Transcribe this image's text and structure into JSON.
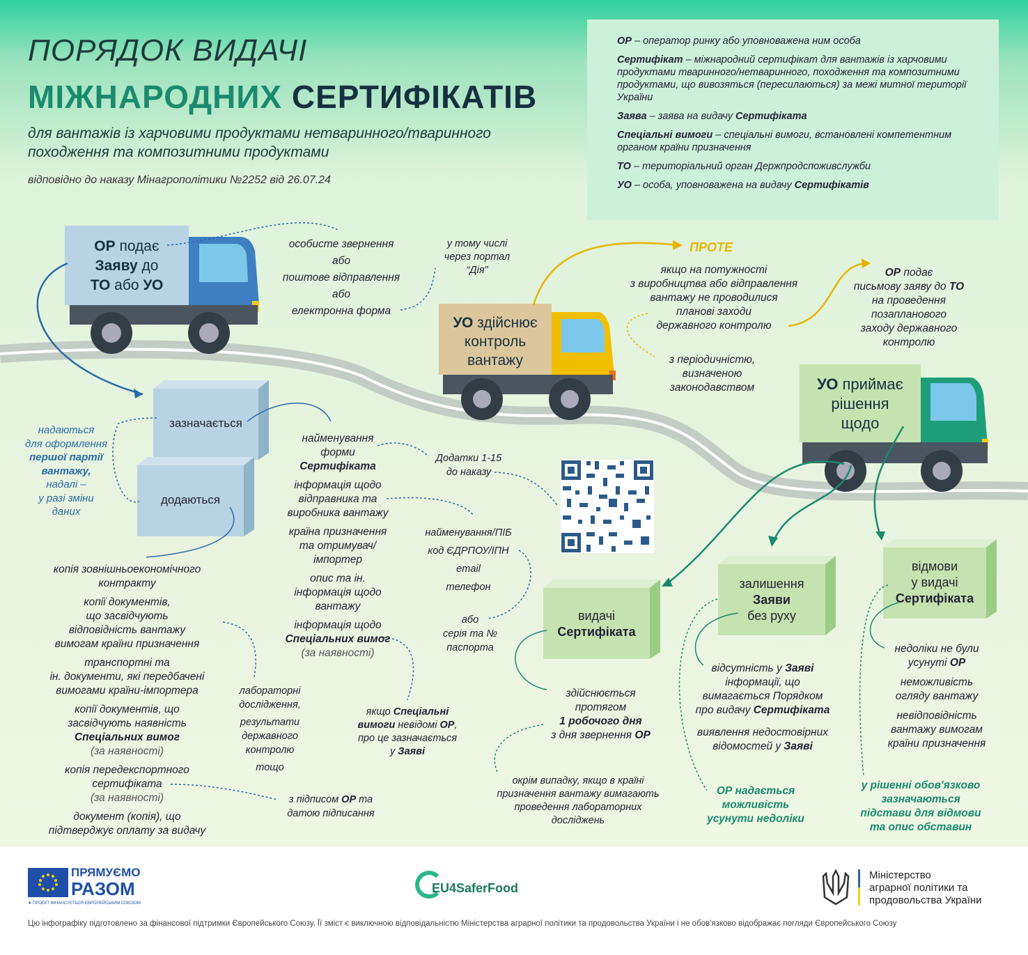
{
  "title": {
    "line1": "ПОРЯДОК ВИДАЧІ",
    "line2a": "МІЖНАРОДНИХ",
    "line2b": "СЕРТИФІКАТІВ",
    "subtitle": "для вантажів із харчовими продуктами нетваринного/тваринного походження та композитними продуктами",
    "order": "відповідно до наказу Мінагрополітики №2252 від 26.07.24"
  },
  "glossary": [
    {
      "term": "ОР",
      "def": " – оператор ринку або уповноважена ним особа"
    },
    {
      "term": "Сертифікат",
      "def": " – міжнародний сертифікат для вантажів із харчовими продуктами тваринного/нетваринного, походження та композитними продуктами, що вивозяться (пересилаються) за межі митної території України"
    },
    {
      "term": "Заява",
      "def": " – заява на видачу ",
      "tail": "Сертифіката"
    },
    {
      "term": "Спеціальні вимоги",
      "def": " – спеціальні вимоги, встановлені компетентним органом країни призначення"
    },
    {
      "term": "ТО",
      "def": " – територіальний орган Держпродспоживслужби"
    },
    {
      "term": "УО",
      "def": " – особа, уповноважена на видачу ",
      "tail": "Сертифікатів"
    }
  ],
  "truck1": {
    "w1": "ОР",
    "w2": " подає",
    "w3": "Заяву",
    "w4": " до",
    "w5": "ТО",
    "w6": " або ",
    "w7": "УО"
  },
  "channels": [
    "особисте звернення",
    "або",
    "поштове відправлення",
    "або",
    "електронна форма"
  ],
  "diia": [
    "у тому числі",
    "через портал",
    "“Дія”"
  ],
  "truck2": [
    "УО здійснює",
    "контроль",
    "вантажу"
  ],
  "prote": "ПРОТЕ",
  "prote_text": [
    "якщо на потужності",
    "з виробництва або відправлення",
    "вантажу не проводилися",
    "планові заходи",
    "державного контролю"
  ],
  "period": [
    "з періодичністю,",
    "визначеною",
    "законодавством"
  ],
  "op_request": {
    "a": "ОР",
    "b": " подає",
    "rest": [
      "письмову заяву до ",
      "на проведення",
      "позапланового",
      "заходу державного",
      "контролю"
    ],
    "to": "ТО"
  },
  "truck3": [
    "УО приймає",
    "рішення",
    "щодо"
  ],
  "box_indicated": "зазначається",
  "box_attached": "додаються",
  "first_batch": {
    "l1": "надаються",
    "l2": "для оформлення",
    "l3": "першої партії",
    "l4": "вантажу,",
    "l5": "надалі –",
    "l6": "у разі зміни",
    "l7": "даних"
  },
  "indicated_items": [
    {
      "t": "найменування",
      "b": "форми"
    },
    {
      "bold": "Сертифіката"
    },
    {
      "t": "інформація щодо",
      "t2": "відправника та",
      "t3": "виробника вантажу"
    },
    {
      "t": "країна призначення",
      "t2": "та отримувач/",
      "t3": "імпортер"
    },
    {
      "t": "опис та ін.",
      "t2": "інформація щодо",
      "t3": "вантажу"
    },
    {
      "t": "інформація щодо",
      "bold": "Спеціальних вимог",
      "t3": "(за наявності)"
    }
  ],
  "addenda": [
    "Додатки 1-15",
    "до наказу"
  ],
  "sender_fields": [
    "найменування/ПІБ",
    "код ЄДРПОУ/ІПН",
    "email",
    "телефон"
  ],
  "passport": [
    "або",
    "серія та №",
    "паспорта"
  ],
  "special_unknown": {
    "a": "якщо ",
    "b": "Спеціальні",
    "c": "вимоги",
    "d": " невідомі ",
    "e": "ОР",
    "f": ",",
    "g": "про це зазначається",
    "h": "у ",
    "i": "Заяві"
  },
  "attached_items": [
    "копія зовнішньоекономічного",
    "контракту",
    "копії документів,",
    "що засвідчують",
    "відповідність вантажу",
    "вимогам країни призначення",
    "транспортні та",
    "ін. документи, які передбачені",
    "вимогами країни-імпортера",
    "копії документів, що",
    "засвідчують наявність",
    "Спеціальних вимог",
    "(за наявності)",
    "копія передекспортного",
    "сертифіката",
    "(за наявності)",
    "документ (копія), що",
    "підтверджує оплату за видачу"
  ],
  "lab": [
    "лабораторні",
    "дослідження,",
    "результати",
    "державного",
    "контролю",
    "тощо"
  ],
  "signature": {
    "a": "з підписом ",
    "b": "ОР",
    "c": " та",
    "d": "датою підписання"
  },
  "issue": {
    "box1": "видачі",
    "box2": "Сертифіката",
    "t1": "здійснюється",
    "t2": "протягом",
    "t3": "1 робочого дня",
    "t4": "з дня звернення ",
    "t5": "ОР",
    "note": [
      "окрім випадку, якщо в країні",
      "призначення вантажу вимагають",
      "проведення лабораторних",
      "досліджень"
    ]
  },
  "leave": {
    "box1": "залишення",
    "box2": "Заяви",
    "box3": "без руху",
    "r1": [
      "відсутність у ",
      "Заяві"
    ],
    "r1b": [
      "інформації, що",
      "вимагається Порядком"
    ],
    "r1c": [
      "про видачу ",
      "Сертифіката"
    ],
    "r2": [
      "виявлення недостовірних",
      "відомостей у ",
      "Заяві"
    ],
    "note": [
      "ОР надається",
      "можливість",
      "усунути недоліки"
    ]
  },
  "refuse": {
    "box1": "відмови",
    "box2": "у видачі",
    "box3": "Сертифіката",
    "r1": [
      "недоліки не були",
      "усунуті ",
      "ОР"
    ],
    "r2": [
      "неможливість",
      "огляду вантажу"
    ],
    "r3": [
      "невідповідність",
      "вантажу вимогам",
      "країни призначення"
    ],
    "note": [
      "у рішенні обов'язково",
      "зазначаються",
      "підстави для відмови",
      "та опис обставин"
    ]
  },
  "logos": {
    "eu1": "ПРЯМУЄМО",
    "eu2": "РАЗОМ",
    "eu3": "★ ПРОЕКТ ФІНАНСУЄТЬСЯ ЄВРОПЕЙСЬКИМ СОЮЗОМ",
    "eu4safer": "EU4SaferFood",
    "min1": "Міністерство",
    "min2": "аграрної політики та",
    "min3": "продовольства України"
  },
  "footer": "Цю інфографіку підготовлено за фінансової підтримки Європейського Союзу. Її зміст є виключною відповідальністю Міністерства аграрної політики та продовольства України і не обов'язково відображає погляди Європейського Союзу",
  "colors": {
    "teal": "#1a8a6e",
    "dark": "#163040",
    "blue": "#2b6aa8",
    "yellow": "#e8b400",
    "box_blue": "#b8d3e3",
    "box_green": "#c5e3b0",
    "box_tan": "#dcc79c"
  }
}
